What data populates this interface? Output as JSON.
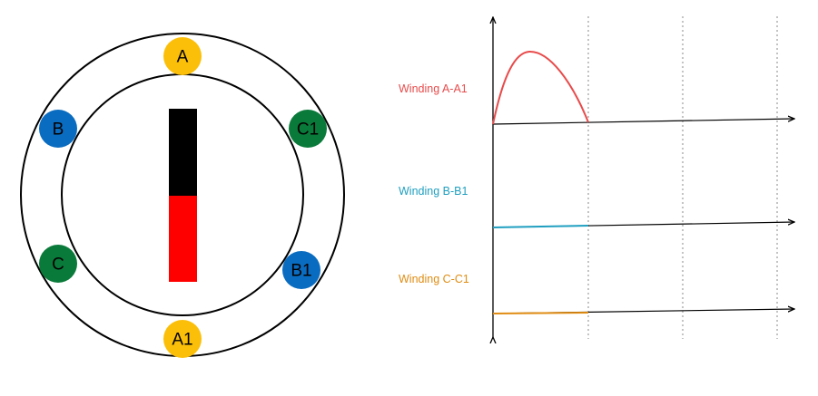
{
  "colors": {
    "yellow": "#fbbf0a",
    "blue": "#0a6cc0",
    "green": "#0a7a3a",
    "magnet_north": "#000000",
    "magnet_south": "#ff0000",
    "trace_a": "#e84b4b",
    "trace_b": "#1f9fc0",
    "trace_c": "#e08c12"
  },
  "stator": {
    "poles": [
      {
        "label": "A",
        "color": "yellow"
      },
      {
        "label": "C1",
        "color": "green"
      },
      {
        "label": "B1",
        "color": "blue"
      },
      {
        "label": "A1",
        "color": "yellow"
      },
      {
        "label": "C",
        "color": "green"
      },
      {
        "label": "B",
        "color": "blue"
      }
    ]
  },
  "rotor": {
    "magnet_top_color": "magnet_north",
    "magnet_bottom_color": "magnet_south"
  },
  "windings": [
    {
      "label": "Winding A-A1",
      "color": "trace_a",
      "waveform": "positive half sine"
    },
    {
      "label": "Winding B-B1",
      "color": "trace_b",
      "waveform": "zero"
    },
    {
      "label": "Winding C-C1",
      "color": "trace_c",
      "waveform": "zero"
    }
  ]
}
